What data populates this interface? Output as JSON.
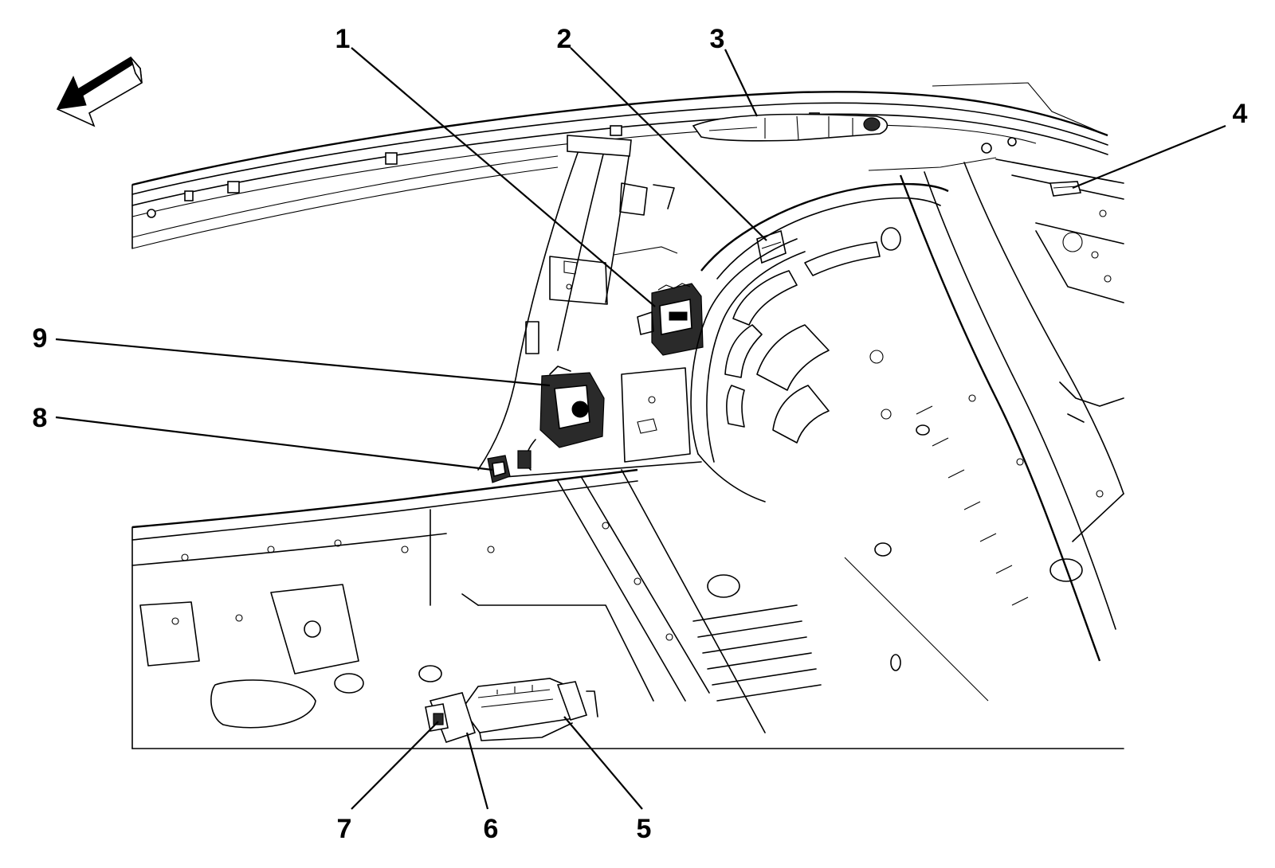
{
  "callouts": [
    {
      "id": "1",
      "label": "1"
    },
    {
      "id": "2",
      "label": "2"
    },
    {
      "id": "3",
      "label": "3"
    },
    {
      "id": "4",
      "label": "4"
    },
    {
      "id": "5",
      "label": "5"
    },
    {
      "id": "6",
      "label": "6"
    },
    {
      "id": "7",
      "label": "7"
    },
    {
      "id": "8",
      "label": "8"
    },
    {
      "id": "9",
      "label": "9"
    }
  ],
  "colors": {
    "line": "#000000",
    "background": "#ffffff"
  },
  "icons": {
    "direction": "front-direction-arrow-icon"
  }
}
